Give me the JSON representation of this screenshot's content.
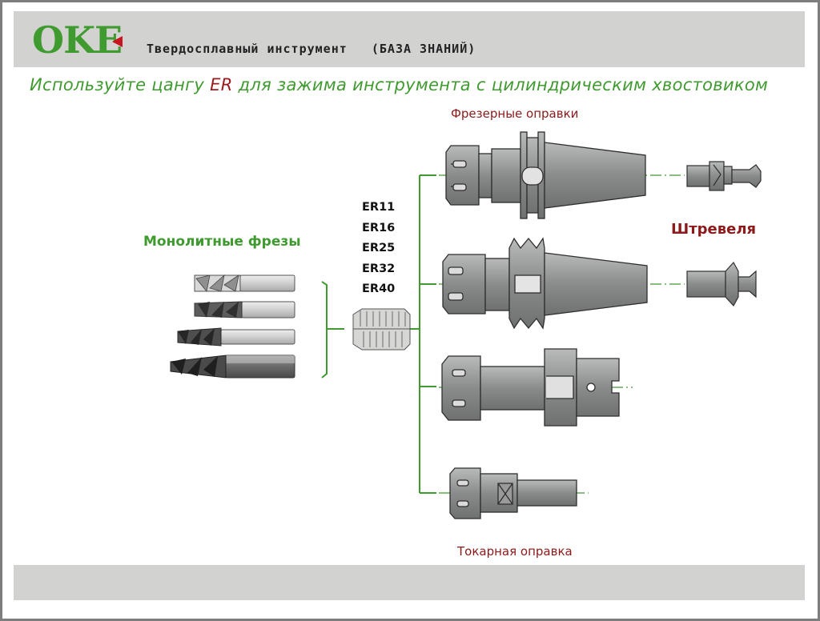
{
  "header": {
    "logo_text": "OKE",
    "title": "Твердосплавный инструмент   (БАЗА ЗНАНИЙ)"
  },
  "headline": {
    "before": "Используйте цангу ",
    "highlight": "ER",
    "after": " для зажима инструмента с цилиндрическим хвостовиком"
  },
  "labels": {
    "milling_holders": "Фрезерные оправки",
    "pull_studs": "Штревеля",
    "solid_end_mills": "Монолитные фрезы",
    "turning_holder": "Токарная оправка"
  },
  "collet_sizes": [
    "ER11",
    "ER16",
    "ER25",
    "ER32",
    "ER40"
  ],
  "colors": {
    "brand_green": "#3f9a2f",
    "accent_red": "#8c1a1a",
    "header_gray": "#d2d3d0",
    "steel_gray": "#8f9190"
  }
}
